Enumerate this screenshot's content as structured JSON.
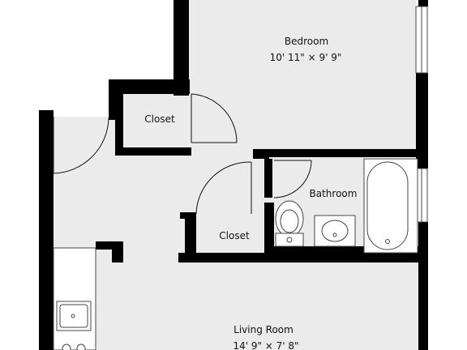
{
  "rooms": {
    "bedroom": {
      "name": "Bedroom",
      "size": "10' 11\" × 9' 9\""
    },
    "closet_top": {
      "name": "Closet"
    },
    "bathroom": {
      "name": "Bathroom"
    },
    "closet_mid": {
      "name": "Closet"
    },
    "living": {
      "name": "Living Room",
      "size": "14' 9\" × 7' 8\""
    }
  },
  "colors": {
    "wall": "#000000",
    "floor": "#ebebec",
    "fixture": "#ffffff",
    "outline": "#444444"
  }
}
